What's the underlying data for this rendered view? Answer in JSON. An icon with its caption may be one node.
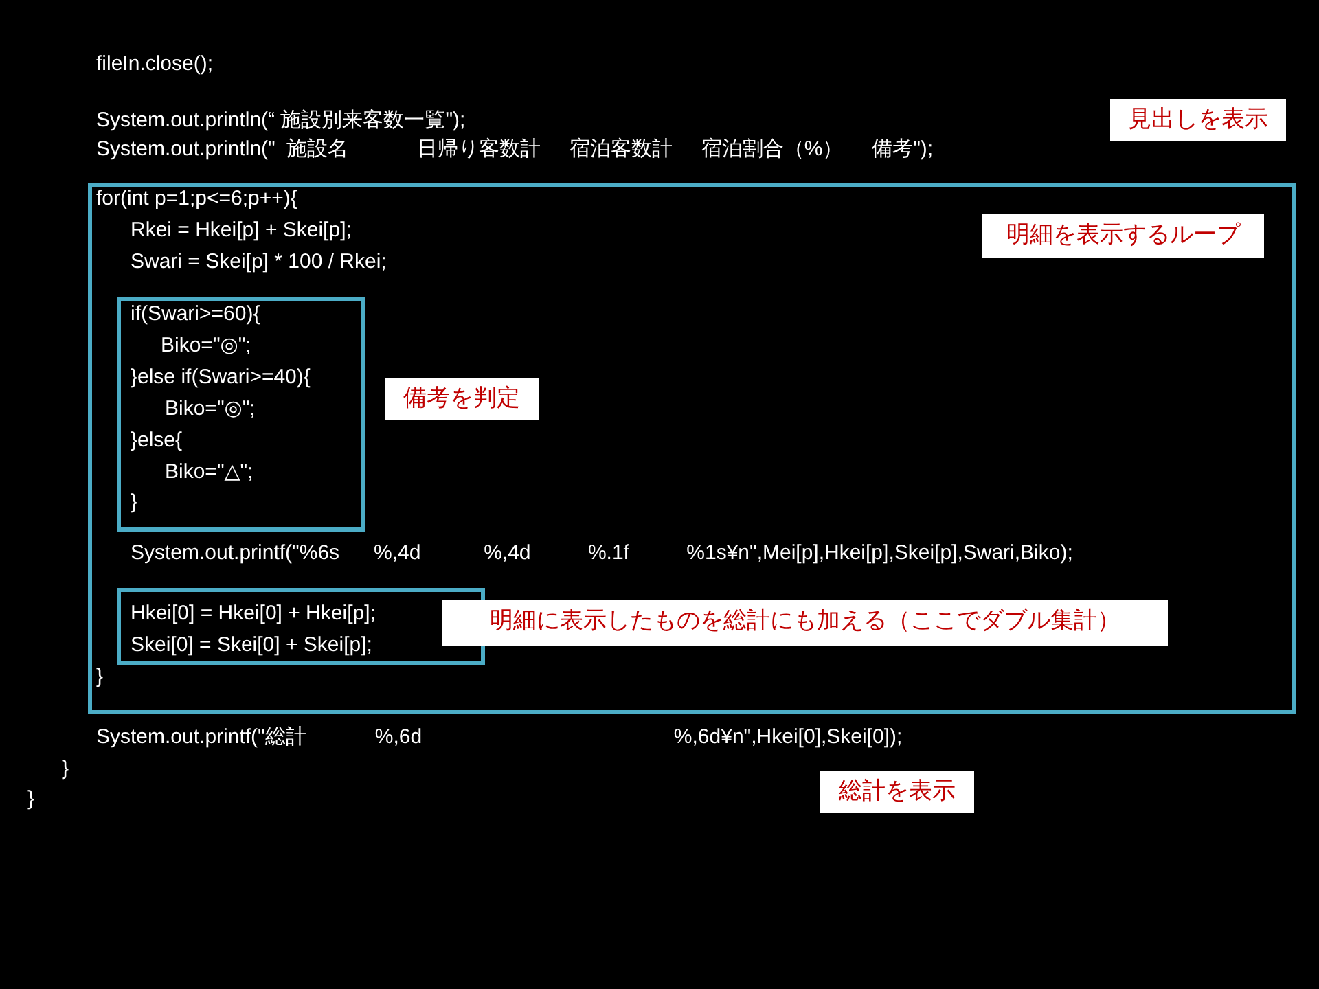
{
  "diagram": {
    "nodes": [
      {
        "text": [
          "for(int p=1;p<=6;p++){",
          "Rkei = Hkei[p] + Skei[p];",
          "Swari = Skei[p] * 100 / Rkei;",
          "System.out.printf(\"%6s      %,4d           %,4d          %.1f          %1s¥n\",Mei[p],Hkei[p],Skei[p],Swari,Biko);",
          "}"
        ]
      },
      {
        "text": [
          "if(Swari>=60){",
          "Biko=\"◎\";",
          "}else if(Swari>=40){",
          "Biko=\"◎\";",
          "}else{",
          "Biko=\"△\";",
          "}"
        ],
        "in": 0
      },
      {
        "text": [
          "Hkei[0] = Hkei[0] + Hkei[p];",
          "Skei[0] = Skei[0] + Skei[p];"
        ],
        "in": 0
      },
      {
        "text": [
          "見出しを表示"
        ]
      },
      {
        "text": [
          "明細を表示するループ"
        ],
        "in": 0
      },
      {
        "text": [
          "備考を判定"
        ],
        "in": 0
      },
      {
        "text": [
          "明細に表示したものを総計にも加える（ここでダブル集計）"
        ],
        "in": 0
      },
      {
        "text": [
          "総計を表示"
        ]
      }
    ],
    "labels": [
      "fileIn.close();",
      "System.out.println(“ 施設別来客数一覧\");",
      "System.out.println(\"  施設名            日帰り客数計     宿泊客数計     宿泊割合（%）     備考\");",
      "System.out.printf(\"総計            %,6d                                            %,6d¥n\",Hkei[0],Skei[0]);",
      "}",
      "}"
    ]
  }
}
